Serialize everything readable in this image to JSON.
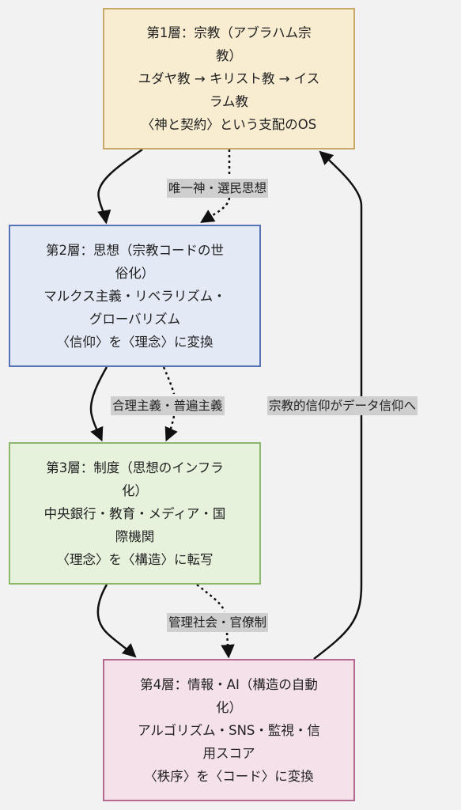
{
  "nodes": {
    "layer1": {
      "lines": [
        "第1層：宗教（アブラハム宗",
        "教）",
        "ユダヤ教 → キリスト教 → イス",
        "ラム教",
        "〈神と契約〉という支配のOS"
      ]
    },
    "layer2": {
      "lines": [
        "第2層：思想（宗教コードの世",
        "俗化）",
        "マルクス主義・リベラリズム・",
        "グローバリズム",
        "〈信仰〉を〈理念〉に変換"
      ]
    },
    "layer3": {
      "lines": [
        "第3層：制度（思想のインフラ",
        "化）",
        "中央銀行・教育・メディア・国",
        "際機関",
        "〈理念〉を〈構造〉に転写"
      ]
    },
    "layer4": {
      "lines": [
        "第4層：情報・AI（構造の自動",
        "化）",
        "アルゴリズム・SNS・監視・信",
        "用スコア",
        "〈秩序〉を〈コード〉に変換"
      ]
    }
  },
  "edge_labels": {
    "l1_l2": "唯一神・選民思想",
    "l2_l3": "合理主義・普遍主義",
    "l3_l4": "管理社会・官僚制",
    "l4_l1": "宗教的信仰がデータ信仰へ"
  },
  "colors": {
    "layer1_fill": "#f8ecd1",
    "layer1_border": "#c8a96a",
    "layer2_fill": "#e4eaf5",
    "layer2_border": "#5573b5",
    "layer3_fill": "#e6f2dc",
    "layer3_border": "#8cb86c",
    "layer4_fill": "#f5e1ea",
    "layer4_border": "#b5698f",
    "arrow": "#111111",
    "label_bg": "#cfcfcf"
  }
}
